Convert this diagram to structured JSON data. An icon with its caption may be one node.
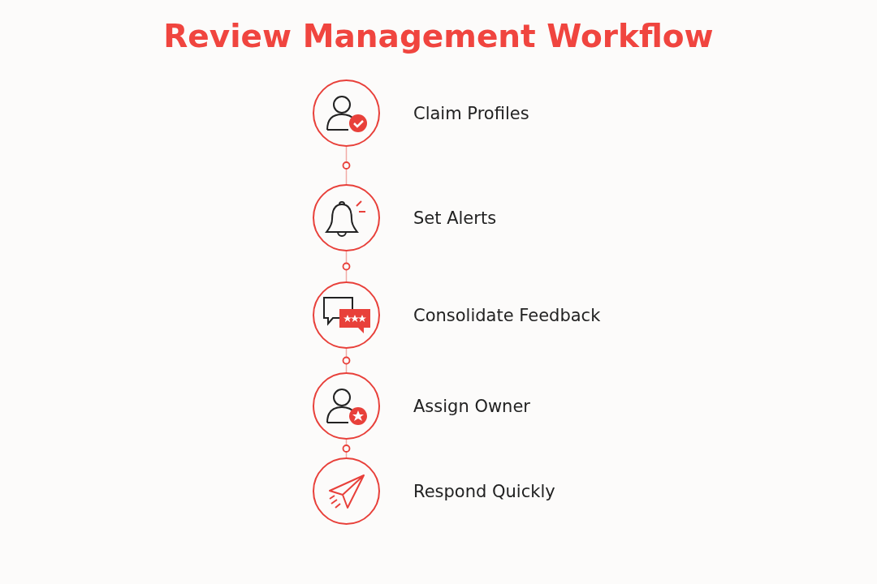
{
  "diagram": {
    "title": "Review Management Workflow",
    "nodes": [
      {
        "text": [
          "Claim Profiles"
        ]
      },
      {
        "text": [
          "Set Alerts"
        ]
      },
      {
        "text": [
          "Consolidate Feedback"
        ]
      },
      {
        "text": [
          "Assign Owner"
        ]
      },
      {
        "text": [
          "Respond Quickly"
        ]
      }
    ],
    "edges": [
      {
        "from": 0,
        "to": 1,
        "arrow": "none"
      },
      {
        "from": 1,
        "to": 2,
        "arrow": "none"
      },
      {
        "from": 2,
        "to": 3,
        "arrow": "none"
      },
      {
        "from": 3,
        "to": 4,
        "arrow": "none"
      }
    ]
  }
}
